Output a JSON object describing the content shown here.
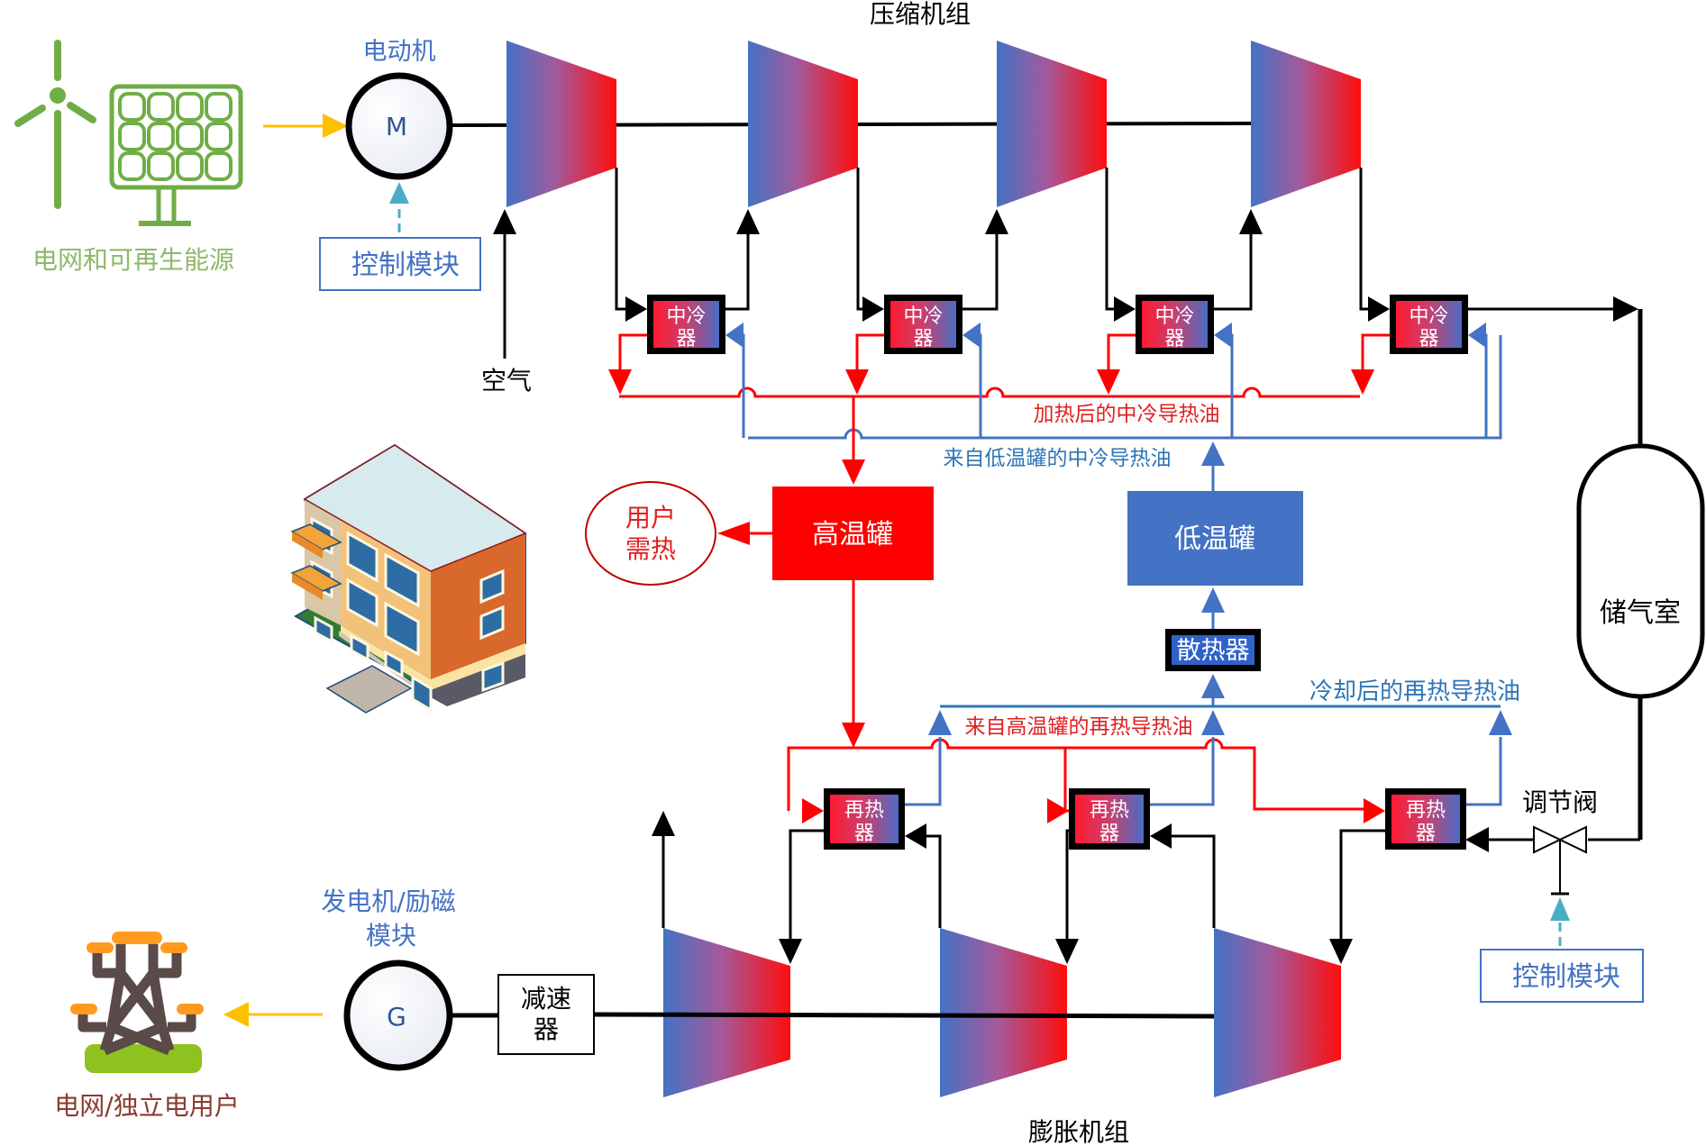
{
  "title": {
    "compressor_group": "压缩机组",
    "expander_group": "膨胀机组"
  },
  "source": {
    "label": "电网和可再生能源",
    "icons": [
      "wind-turbine-icon",
      "solar-panel-icon"
    ],
    "color": "#70ad47"
  },
  "motor": {
    "label": "电动机",
    "symbol": "M"
  },
  "motor_control": {
    "label": "控制模块"
  },
  "air_inlet": {
    "label": "空气"
  },
  "compressors": [
    {
      "id": "C1"
    },
    {
      "id": "C2"
    },
    {
      "id": "C3"
    },
    {
      "id": "C4"
    }
  ],
  "intercoolers": [
    {
      "label_line1": "中冷",
      "label_line2": "器"
    },
    {
      "label_line1": "中冷",
      "label_line2": "器"
    },
    {
      "label_line1": "中冷",
      "label_line2": "器"
    },
    {
      "label_line1": "中冷",
      "label_line2": "器"
    }
  ],
  "oil_lines": {
    "heated_intercool_oil": "加热后的中冷导热油",
    "intercool_oil_from_low_tank": "来自低温罐的中冷导热油",
    "reheat_oil_from_high_tank": "来自高温罐的再热导热油",
    "cooled_reheat_oil": "冷却后的再热导热油"
  },
  "high_temp_tank": {
    "label": "高温罐",
    "color": "#ff0000"
  },
  "user_heat": {
    "label_line1": "用户",
    "label_line2": "需热"
  },
  "low_temp_tank": {
    "label": "低温罐",
    "color": "#4472c4"
  },
  "radiator": {
    "label": "散热器"
  },
  "storage": {
    "label": "储气室"
  },
  "valve": {
    "label": "调节阀"
  },
  "valve_control": {
    "label": "控制模块"
  },
  "reheaters": [
    {
      "label_line1": "再热",
      "label_line2": "器"
    },
    {
      "label_line1": "再热",
      "label_line2": "器"
    },
    {
      "label_line1": "再热",
      "label_line2": "器"
    }
  ],
  "expanders": [
    {
      "id": "E1"
    },
    {
      "id": "E2"
    },
    {
      "id": "E3"
    }
  ],
  "gearbox": {
    "label_line1": "减速",
    "label_line2": "器"
  },
  "generator": {
    "label_line1": "发电机/励磁",
    "label_line2": "模块",
    "symbol": "G"
  },
  "grid": {
    "label": "电网/独立电用户",
    "icon": "transmission-tower-icon",
    "color": "#8b3a2f"
  },
  "building": {
    "icon": "building-icon"
  },
  "colors": {
    "hot": "#ff0000",
    "cold": "#4472c4",
    "power_arrow": "#ffc000",
    "control_arrow": "#4bacc6",
    "label_blue": "#4472c4",
    "oil_label_blue": "#2e75b6"
  }
}
